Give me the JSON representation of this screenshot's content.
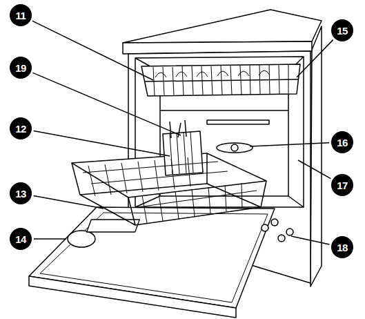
{
  "diagram": {
    "labels": [
      "11",
      "15",
      "19",
      "12",
      "16",
      "17",
      "13",
      "14",
      "18"
    ]
  }
}
